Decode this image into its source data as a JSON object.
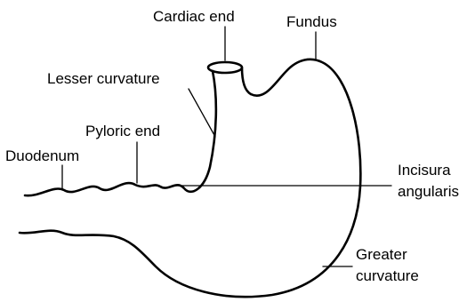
{
  "labels": {
    "cardiac_end": "Cardiac end",
    "fundus": "Fundus",
    "lesser_curvature": "Lesser curvature",
    "pyloric_end": "Pyloric end",
    "duodenum": "Duodenum",
    "incisura_line1": "Incisura",
    "incisura_line2": "angularis",
    "greater_line1": "Greater",
    "greater_line2": "curvature"
  },
  "colors": {
    "stroke": "#000000",
    "background": "#ffffff"
  }
}
